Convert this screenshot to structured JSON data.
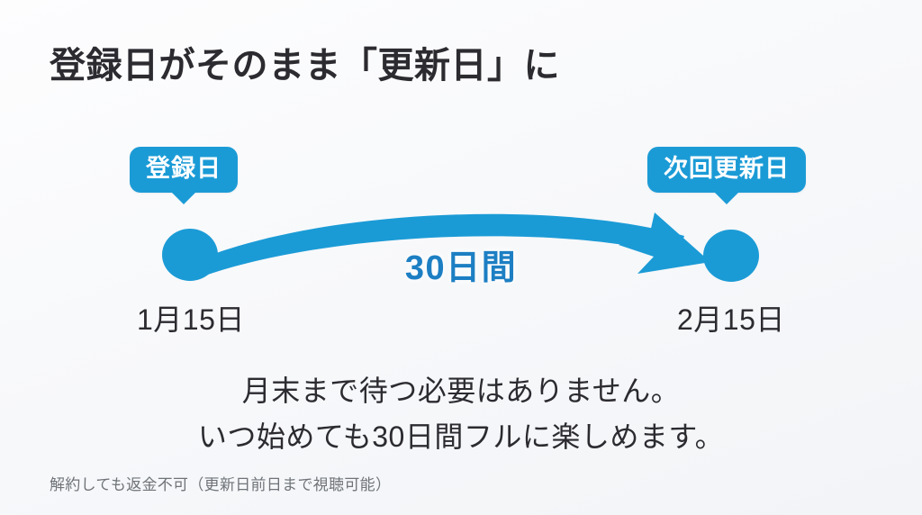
{
  "slide": {
    "title": "登録日がそのまま「更新日」に",
    "background_color": "#f8f9fb",
    "accent_color": "#1b9bd6",
    "duration_text_color": "#1d7fc3",
    "text_color": "#2b2b30",
    "footnote_color": "#6f7378"
  },
  "timeline": {
    "start": {
      "badge_label": "登録日",
      "date_label": "1月15日",
      "marker": "filled-circle"
    },
    "end": {
      "badge_label": "次回更新日",
      "date_label": "2月15日",
      "marker": "filled-circle"
    },
    "duration_label": "30日間",
    "arrow": {
      "direction": "left-to-right",
      "style": "curved-arrow",
      "head": "triangle"
    }
  },
  "description": {
    "line1": "月末まで待つ必要はありません。",
    "line2": "いつ始めても30日間フルに楽しめます。"
  },
  "footnote": {
    "text": "解約しても返金不可（更新日前日まで視聴可能）"
  }
}
